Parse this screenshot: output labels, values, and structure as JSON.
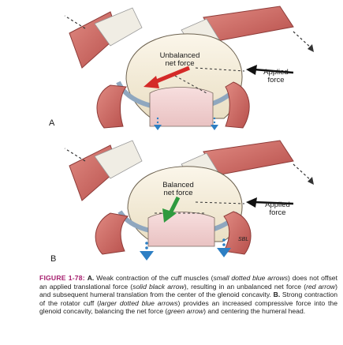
{
  "figure": {
    "panel_a": {
      "letter": "A",
      "net_force_label": [
        "Unbalanced",
        "net force"
      ],
      "applied_force_label": [
        "Applied",
        "force"
      ]
    },
    "panel_b": {
      "letter": "B",
      "net_force_label": [
        "Balanced",
        "net force"
      ],
      "applied_force_label": [
        "Applied",
        "force"
      ],
      "signature": "SBL"
    }
  },
  "colors": {
    "caption_label": "#a51c6c",
    "muscle": "#c9635f",
    "bone": "#f4ecda",
    "cartilage": "#9fb4c8",
    "red_arrow": "#d42a28",
    "green_arrow": "#2e9a3e",
    "blue_arrow": "#2d7fc4"
  },
  "caption": {
    "label": "FIGURE 1-78:",
    "a_mark": "A.",
    "t1": " Weak contraction of the cuff muscles (",
    "i1": "small dotted blue arrows",
    "t2": ") does not offset an applied translational force (",
    "i2": "solid black arrow",
    "t3": "), resulting in an unbalanced net force (",
    "i3": "red arrow",
    "t4": ") and subsequent humeral translation from the center of the glenoid concavity. ",
    "b_mark": "B.",
    "t5": " Strong contraction of the rotator cuff (",
    "i4": "larger dotted blue arrows",
    "t6": ") provides an increased compressive force into the glenoid concavity, balancing the net force (",
    "i5": "green arrow",
    "t7": ") and centering the humeral head."
  }
}
